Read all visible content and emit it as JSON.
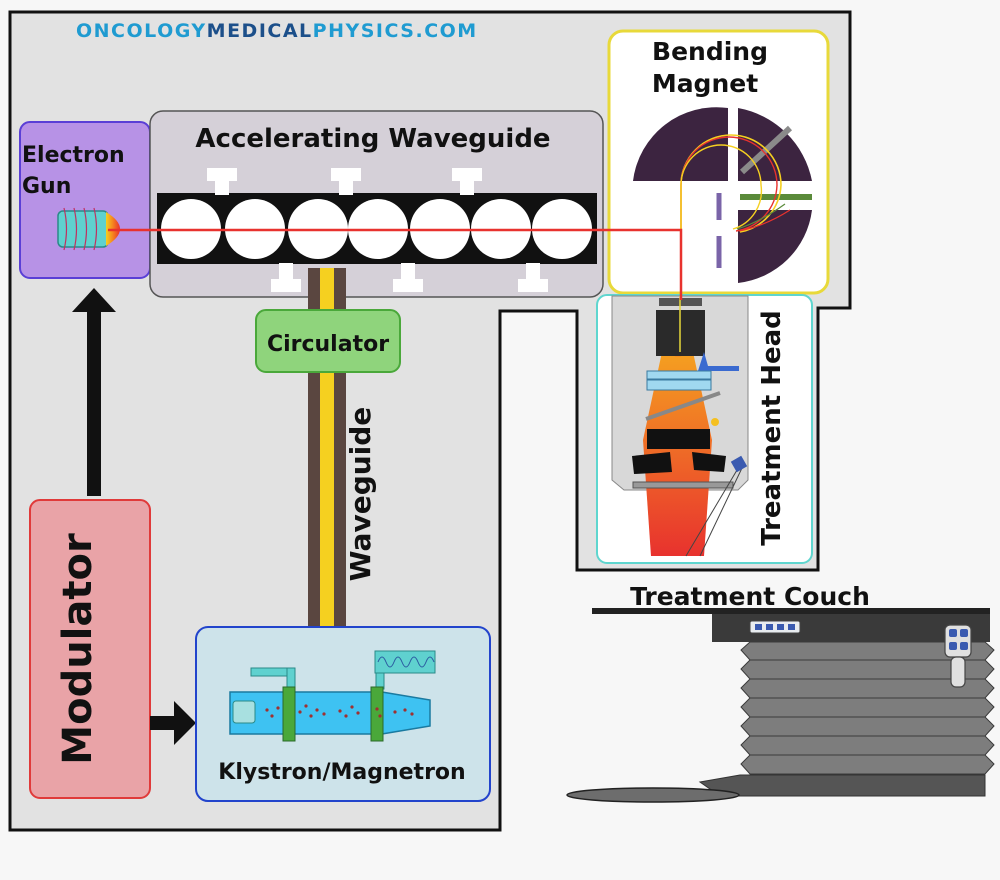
{
  "brand": {
    "part1": "ONCOLOGY",
    "part2": "MEDICAL",
    "part3": "PHYSICS",
    "part4": ".COM"
  },
  "labels": {
    "electron_gun_line1": "Electron",
    "electron_gun_line2": "Gun",
    "accelerating_waveguide": "Accelerating Waveguide",
    "bending_magnet_line1": "Bending",
    "bending_magnet_line2": "Magnet",
    "circulator": "Circulator",
    "waveguide": "Waveguide",
    "treatment_head": "Treatment Head",
    "modulator": "Modulator",
    "klystron": "Klystron/Magnetron",
    "treatment_couch": "Treatment Couch"
  },
  "colors": {
    "gantry_bg": "#e2e2e2",
    "gun_fill": "#b792e6",
    "gun_border": "#5a3fd6",
    "waveguide_fill": "#d5d0d8",
    "magnet_border": "#e8d93a",
    "head_border": "#5fd6cf",
    "circulator_fill": "#8fd47c",
    "modulator_fill": "#e9a3a7",
    "modulator_border": "#e03a3a",
    "klystron_fill": "#cde3ea",
    "klystron_border": "#2244cc",
    "beam": "#e8322e",
    "brand_teal": "#1f9bd1",
    "brand_navy": "#1c4f8a"
  }
}
